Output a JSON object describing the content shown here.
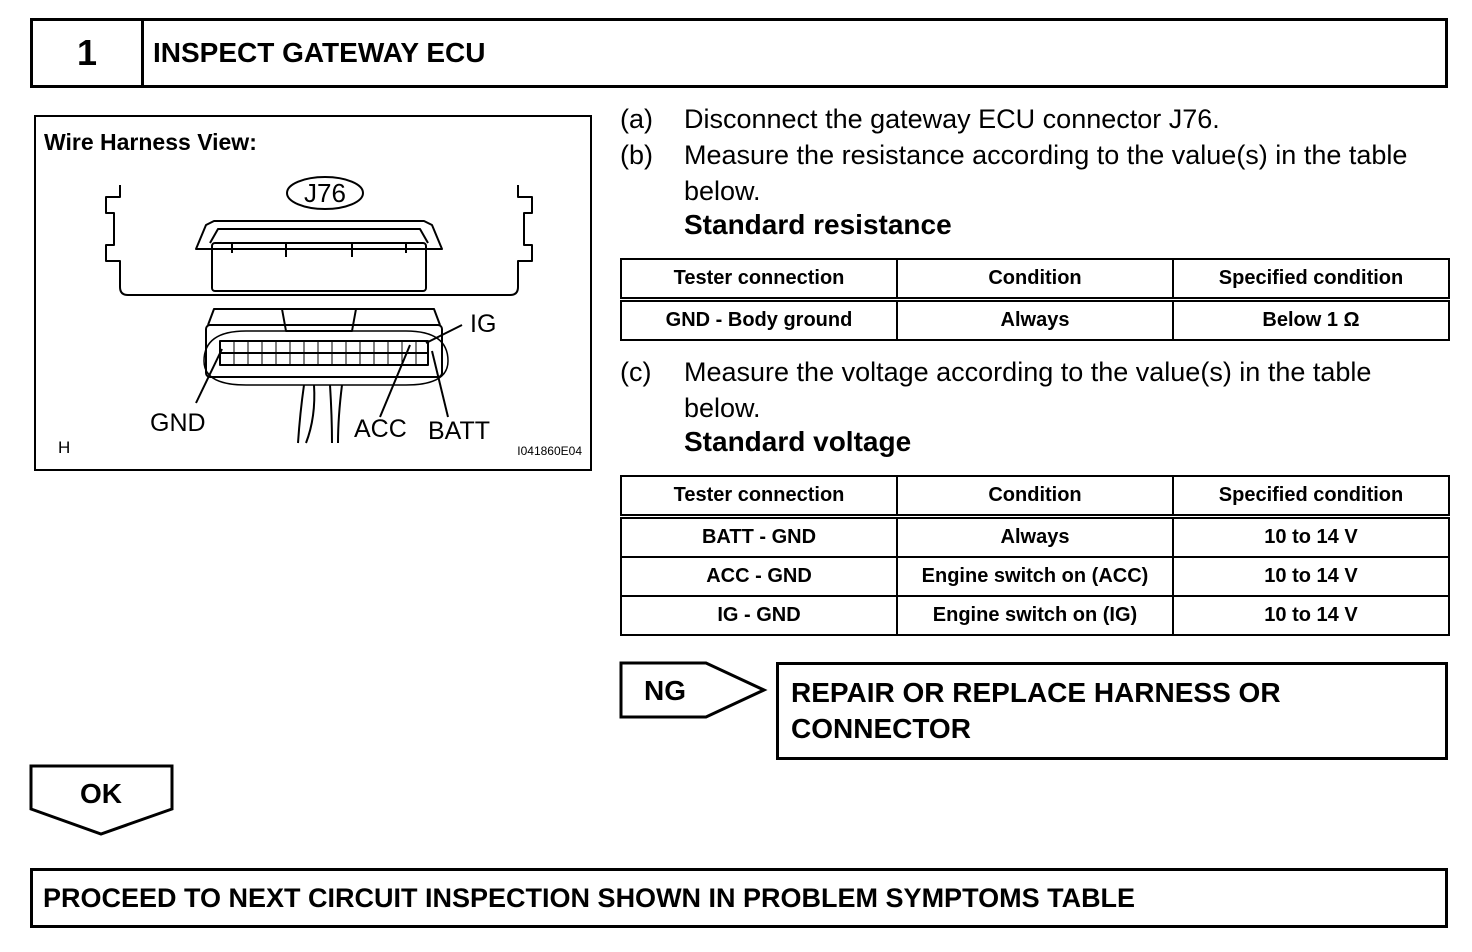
{
  "step": {
    "number": "1",
    "title": "INSPECT GATEWAY ECU"
  },
  "figure": {
    "title": "Wire Harness View:",
    "connector": "J76",
    "labels": {
      "ig": "IG",
      "gnd": "GND",
      "acc": "ACC",
      "batt": "BATT"
    },
    "view_code": "H",
    "figure_id": "I041860E04"
  },
  "instructions": [
    {
      "label": "(a)",
      "text": "Disconnect the gateway ECU connector J76."
    },
    {
      "label": "(b)",
      "text": "Measure the resistance according to the value(s) in the table below."
    },
    {
      "label": "(c)",
      "text": "Measure the voltage according to the value(s) in the table below."
    }
  ],
  "resistance": {
    "heading": "Standard resistance",
    "headers": [
      "Tester connection",
      "Condition",
      "Specified condition"
    ],
    "rows": [
      [
        "GND - Body ground",
        "Always",
        "Below 1 Ω"
      ]
    ]
  },
  "voltage": {
    "heading": "Standard voltage",
    "headers": [
      "Tester connection",
      "Condition",
      "Specified condition"
    ],
    "rows": [
      [
        "BATT - GND",
        "Always",
        "10 to 14 V"
      ],
      [
        "ACC - GND",
        "Engine switch on (ACC)",
        "10 to 14 V"
      ],
      [
        "IG - GND",
        "Engine switch on (IG)",
        "10 to 14 V"
      ]
    ]
  },
  "ng": {
    "label": "NG",
    "result": "REPAIR OR REPLACE HARNESS OR CONNECTOR"
  },
  "ok": {
    "label": "OK"
  },
  "final": "PROCEED TO NEXT CIRCUIT INSPECTION SHOWN IN PROBLEM SYMPTOMS TABLE"
}
